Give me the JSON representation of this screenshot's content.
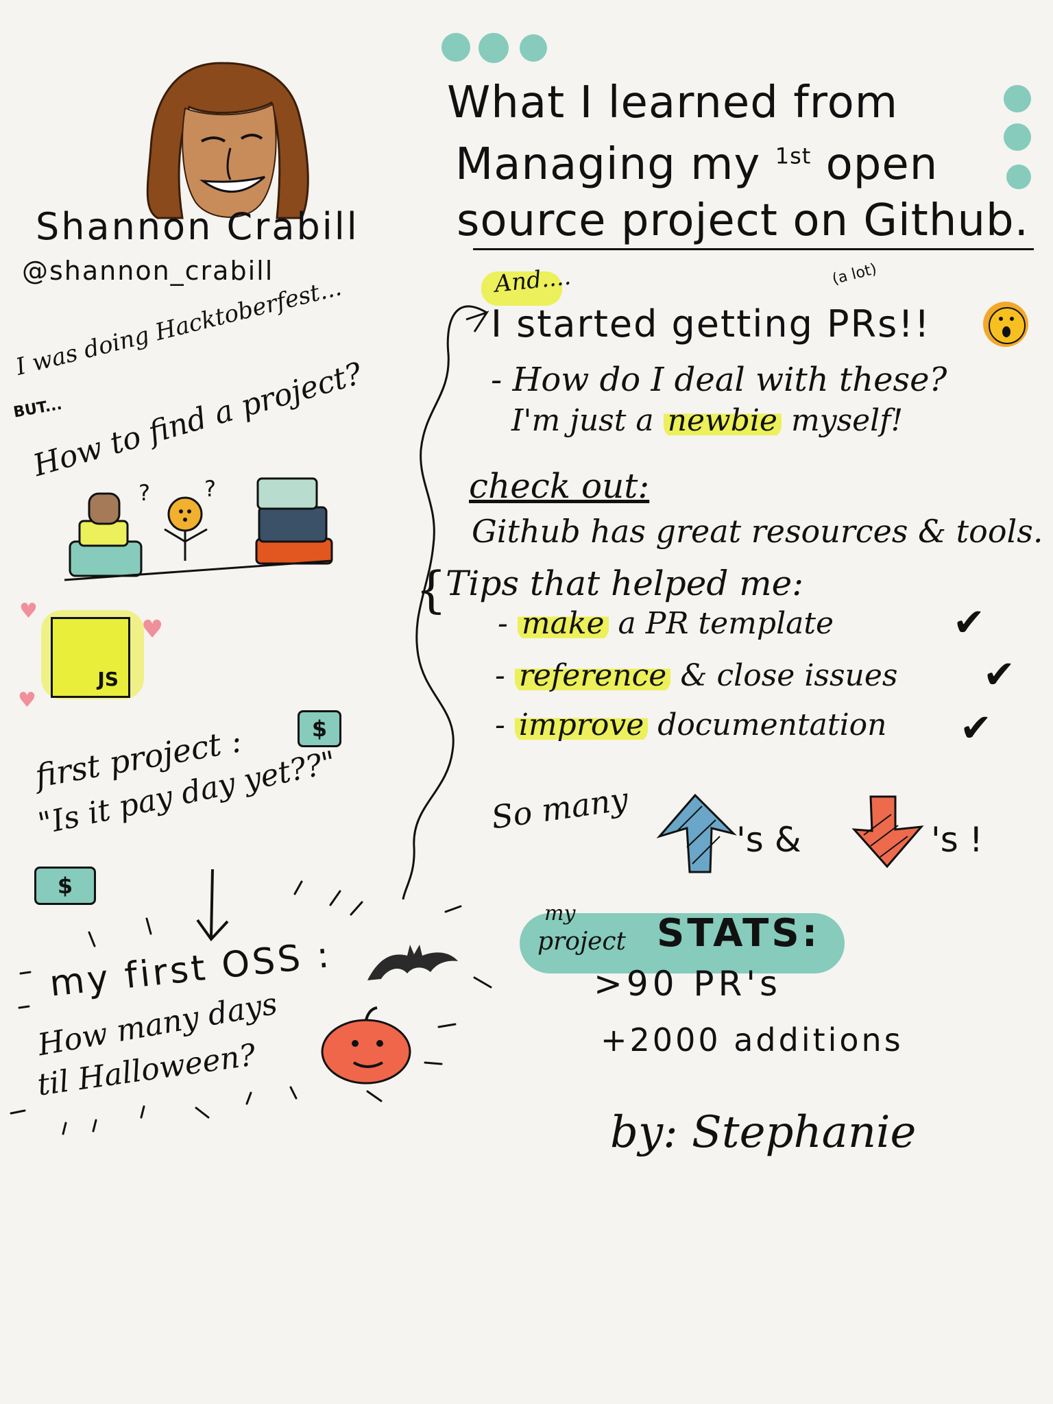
{
  "colors": {
    "background": "#f5f4f0",
    "teal": "#86cbbb",
    "yellow_highlight": "#ecf05a",
    "orange_pumpkin": "#f0664a",
    "hair_brown": "#8a4a1c",
    "skin": "#c88b5a",
    "blue_arrow": "#6aa6c8",
    "red_arrow": "#ee6a4c",
    "pink_heart": "#f0909a"
  },
  "title": {
    "line1": "What I learned from",
    "line2_pre": "Managing my",
    "line2_sup": "1st",
    "line2_post": "open",
    "line3": "source project on Github."
  },
  "author": {
    "name": "Shannon Crabill",
    "handle": "@shannon_crabill"
  },
  "left": {
    "intro_line1": "I was doing Hacktoberfest...",
    "intro_line2_small": "BUT...",
    "intro_line3": "How to find a project?",
    "js_label": "JS",
    "first_project_label": "first project :",
    "first_project_quote": "\"Is it pay day yet??\"",
    "dollar": "$",
    "oss_label": "my first OSS :",
    "oss_q1": "How many days",
    "oss_q2": "til Halloween?"
  },
  "right": {
    "and": "And....",
    "a_lot": "(a lot)",
    "prs_started": "I started getting PRs!!",
    "deal_q": "- How do I deal with these?",
    "newbie_pre": "I'm just a",
    "newbie_word": "newbie",
    "newbie_post": "myself!",
    "checkout": "check out:",
    "github_resources": "Github has great resources & tools.",
    "tips_heading": "Tips that helped me:",
    "tips": [
      {
        "hl": "make",
        "rest": "a PR template"
      },
      {
        "hl": "reference",
        "rest": "& close issues"
      },
      {
        "hl": "improve",
        "rest": "documentation"
      }
    ],
    "so_many": "So many",
    "apostrophe_s_and": "'s &",
    "apostrophe_s_end": "'s !",
    "stats_my": "my",
    "stats_project": "project",
    "stats_word": "STATS:",
    "stat1": ">90 PR's",
    "stat2": "+2000 additions",
    "byline": "by: Stephanie"
  }
}
